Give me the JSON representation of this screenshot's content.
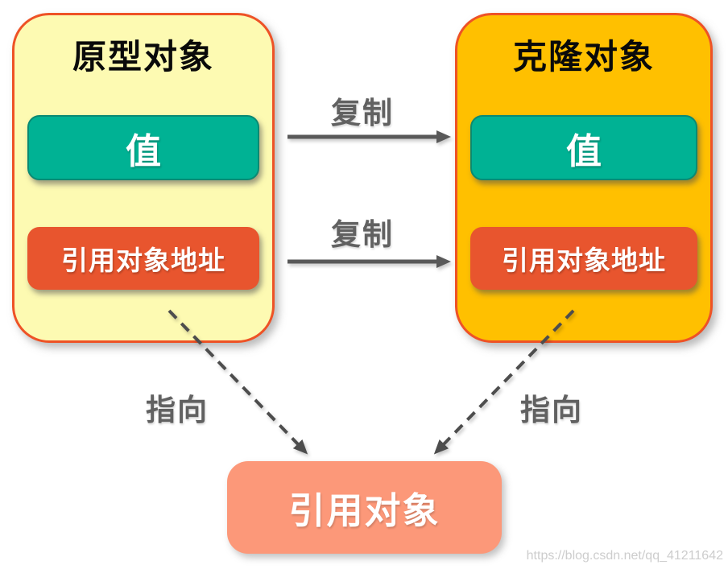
{
  "prototype_box": {
    "title": "原型对象",
    "value_label": "值",
    "address_label": "引用对象地址"
  },
  "clone_box": {
    "title": "克隆对象",
    "value_label": "值",
    "address_label": "引用对象地址"
  },
  "labels": {
    "copy_top": "复制",
    "copy_bottom": "复制",
    "point_left": "指向",
    "point_right": "指向"
  },
  "reference_box": {
    "label": "引用对象"
  },
  "watermark": "https://blog.csdn.net/qq_41211642",
  "colors": {
    "prototype_fill": "#FDFAB2",
    "clone_fill": "#FFC000",
    "container_border": "#EE5226",
    "value_fill": "#00B294",
    "address_fill": "#E8552E",
    "reference_fill": "#FC9879",
    "arrow_solid": "#595959",
    "arrow_dashed": "#4D4D4D",
    "flow_label_text": "#616161"
  }
}
